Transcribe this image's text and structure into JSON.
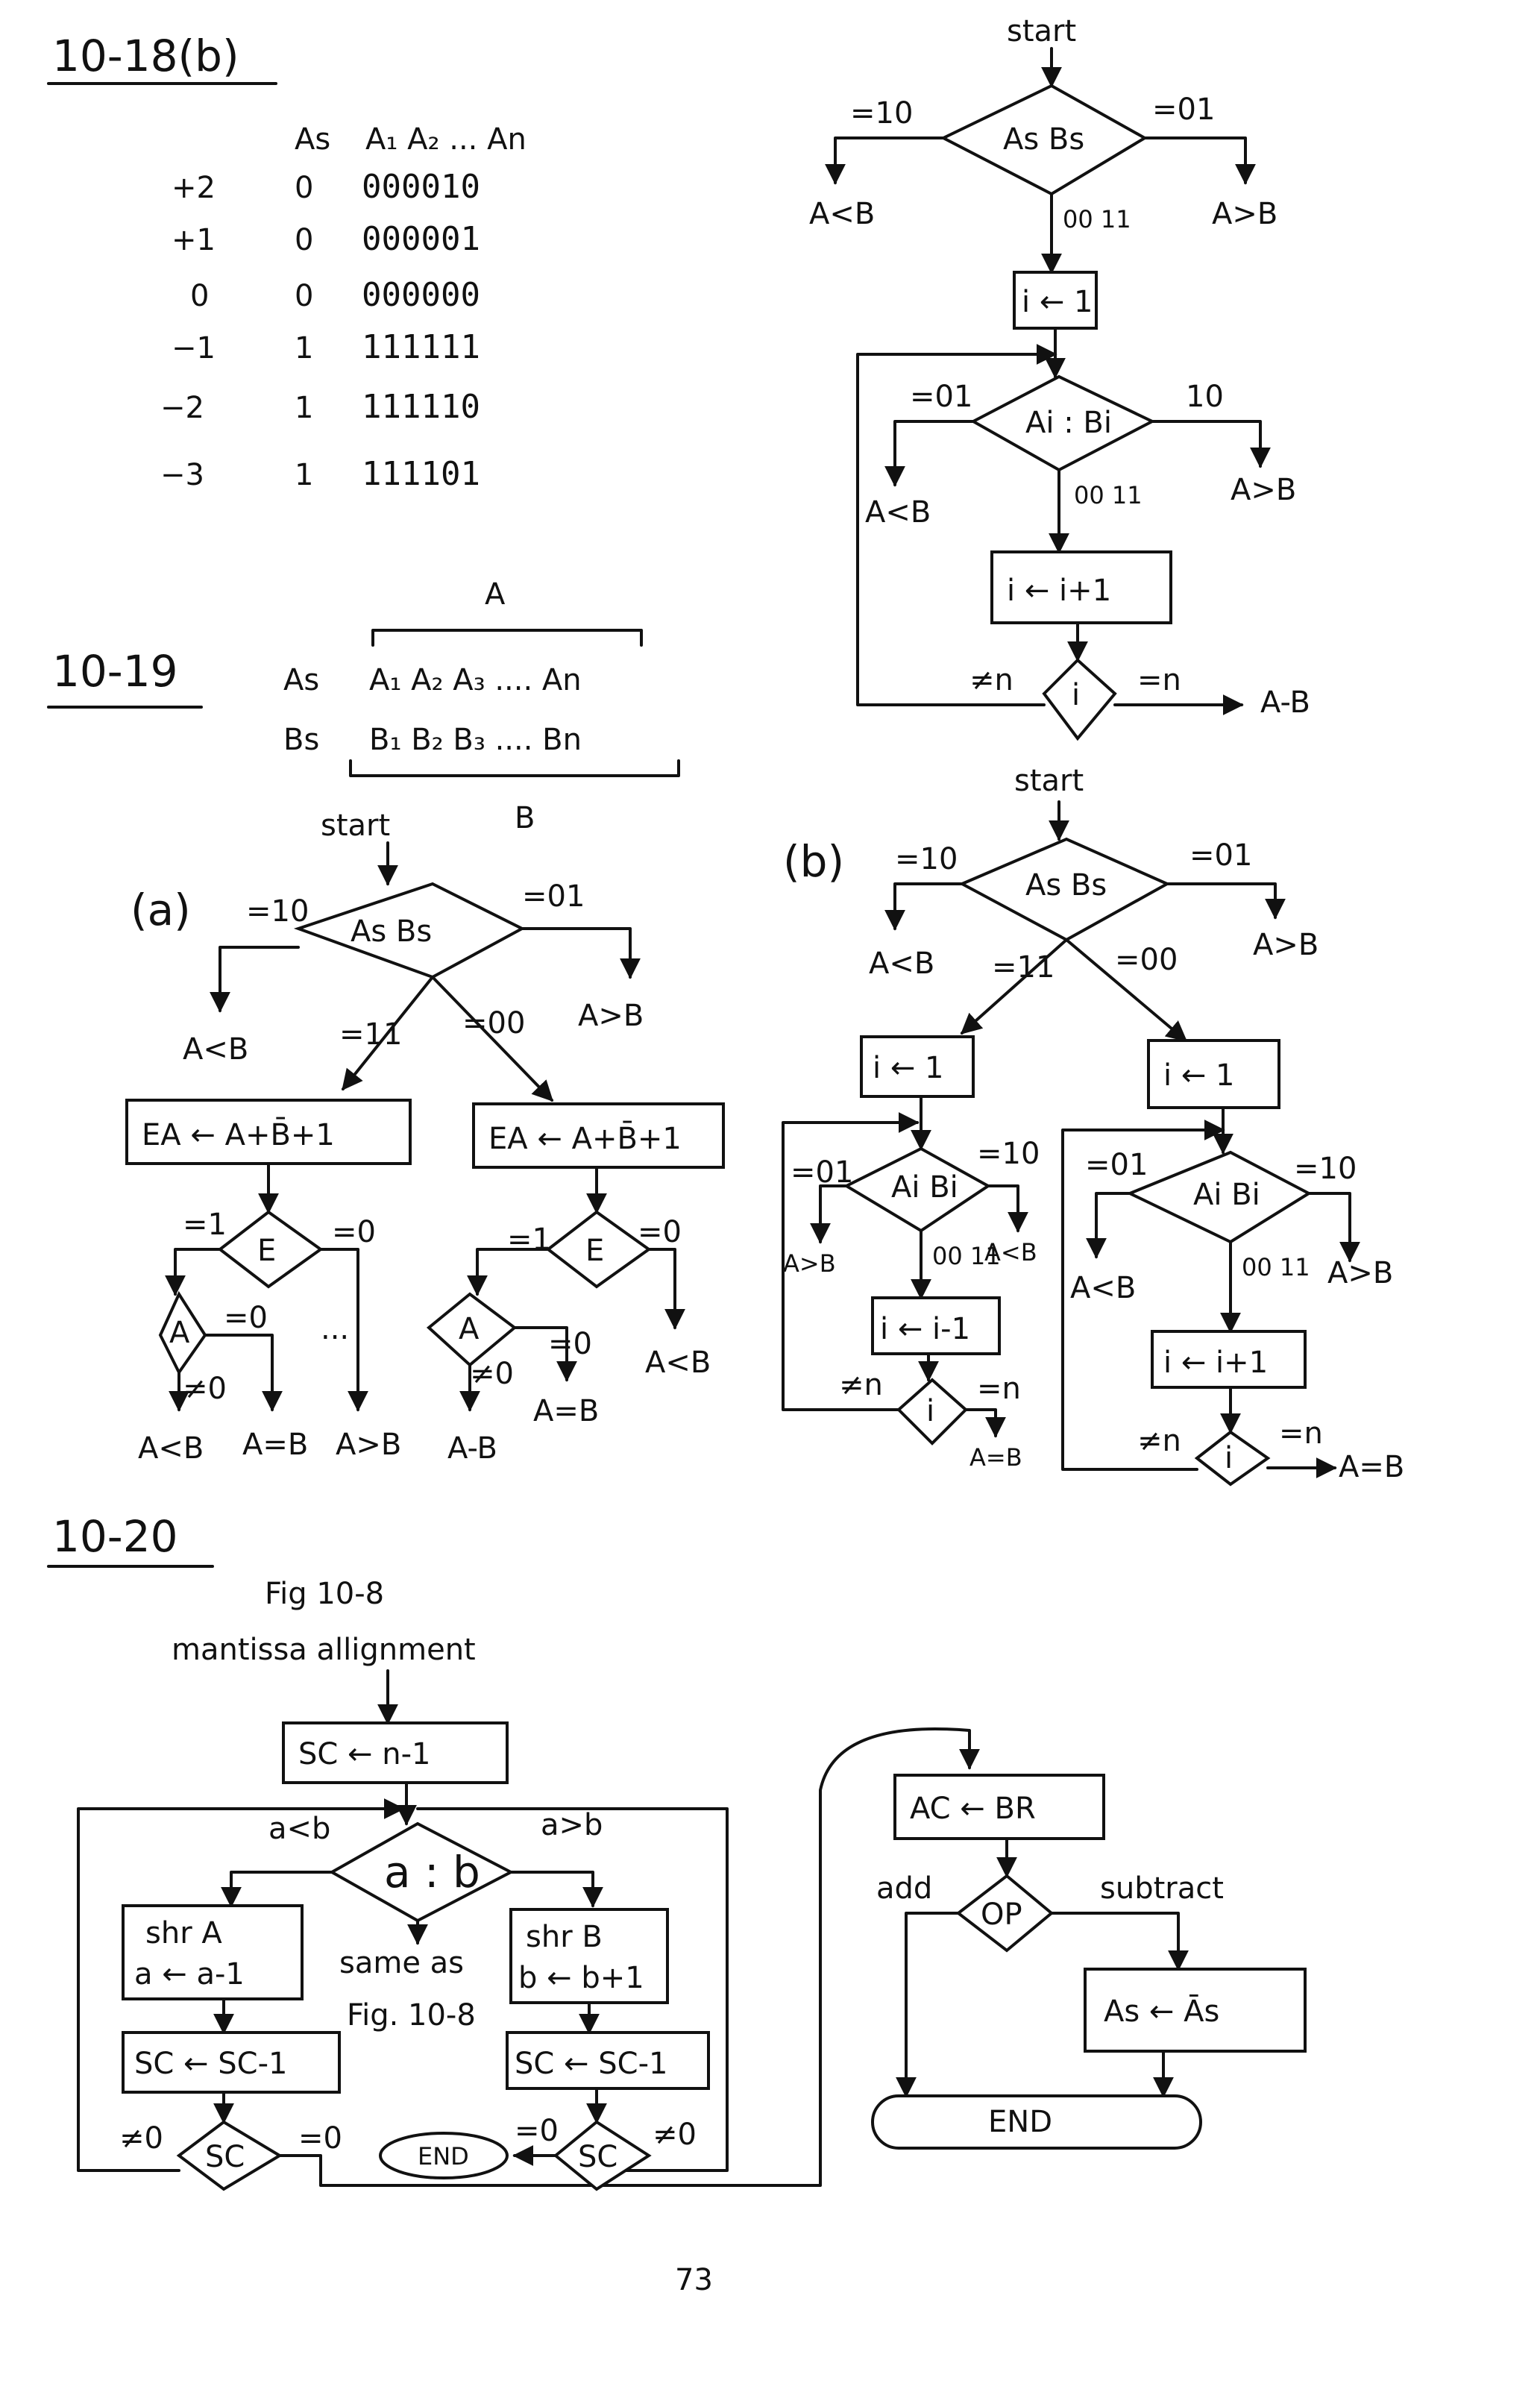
{
  "p1018": {
    "title": "10-18(b)",
    "header": [
      "As",
      "A₁ A₂ ... An"
    ],
    "rows": [
      {
        "dec": "+2",
        "sign": "0",
        "bits": "000010"
      },
      {
        "dec": "+1",
        "sign": "0",
        "bits": "000001"
      },
      {
        "dec": "0",
        "sign": "0",
        "bits": "000000"
      },
      {
        "dec": "−1",
        "sign": "1",
        "bits": "111111"
      },
      {
        "dec": "−2",
        "sign": "1",
        "bits": "111110"
      },
      {
        "dec": "−3",
        "sign": "1",
        "bits": "111101"
      }
    ]
  },
  "p1019": {
    "title": "10-19",
    "brace_a": "A",
    "brace_b": "B",
    "reg_a_sign": "As",
    "reg_a_bits": "A₁ A₂ A₃ .... An",
    "reg_b_sign": "Bs",
    "reg_b_bits": "B₁ B₂ B₃ .... Bn",
    "part_a": "(a)",
    "part_b": "(b)"
  },
  "fa": {
    "start": "start",
    "dec": "As Bs",
    "eq10": "=10",
    "eq01": "=01",
    "eq11": "=11",
    "eq00": "=00",
    "altb": "A<B",
    "agtb": "A>B",
    "box_l": "EA ← A+B̄+1",
    "box_r": "EA ← A+B̄+1",
    "e": "E",
    "e1": "=1",
    "e0": "=0",
    "a": "A",
    "az": "=0",
    "anz": "≠0",
    "dots": "...",
    "out1": "A<B",
    "out2": "A=B",
    "out3": "A>B",
    "out4": "A-B",
    "out5": "A=B",
    "out6": "A<B"
  },
  "ftr": {
    "start": "start",
    "dec": "As Bs",
    "eq10": "=10",
    "eq01": "=01",
    "eq0011": "00 11",
    "altb": "A<B",
    "agtb": "A>B",
    "init": "i ← 1",
    "dec2": "Ai : Bi",
    "e01": "=01",
    "e10": "10",
    "e0011": "00 11",
    "altb2": "A<B",
    "agtb2": "A>B",
    "inc": "i ← i+1",
    "ineq": "≠n",
    "ieq": "=n",
    "i": "i",
    "out": "A-B"
  },
  "fb": {
    "start": "start",
    "dec": "As Bs",
    "eq10": "=10",
    "eq01": "=01",
    "eq11": "=11",
    "eq00": "=00",
    "altb": "A<B",
    "agtb": "A>B",
    "l_init": "i ← 1",
    "l_dec": "Ai Bi",
    "l_e01": "=01",
    "l_e10": "=10",
    "l_0011": "00 11",
    "l_agtb": "A>B",
    "l_altb": "A<B",
    "l_dec_i": "i ← i-1",
    "l_ne": "≠n",
    "l_eq": "=n",
    "l_i": "i",
    "l_out": "A=B",
    "r_init": "i ← 1",
    "r_dec": "Ai Bi",
    "r_e01": "=01",
    "r_e10": "=10",
    "r_0011": "00 11",
    "r_altb": "A<B",
    "r_agtb": "A>B",
    "r_inc": "i ← i+1",
    "r_ne": "≠n",
    "r_eq": "=n",
    "r_i": "i",
    "r_out": "A=B"
  },
  "p1020": {
    "title": "10-20",
    "note1": "Fig 10-8",
    "note2": "mantissa allignment",
    "sc_init": "SC ← n-1",
    "dec": "a : b",
    "altb": "a<b",
    "agtb": "a>b",
    "shr_a1": "shr A",
    "shr_a2": "a ← a-1",
    "shr_b1": "shr B",
    "shr_b2": "b ← b+1",
    "same1": "same as",
    "same2": "Fig. 10-8",
    "sc_l": "SC ← SC-1",
    "sc_r": "SC ← SC-1",
    "sc": "SC",
    "ne0_l": "≠0",
    "eq0_l": "=0",
    "eq0_r": "=0",
    "ne0_r": "≠0",
    "end_l": "END",
    "ac": "AC ← BR",
    "op": "OP",
    "add": "add",
    "sub": "subtract",
    "as": "As ← Ās",
    "end_r": "END"
  },
  "page_number": "73"
}
